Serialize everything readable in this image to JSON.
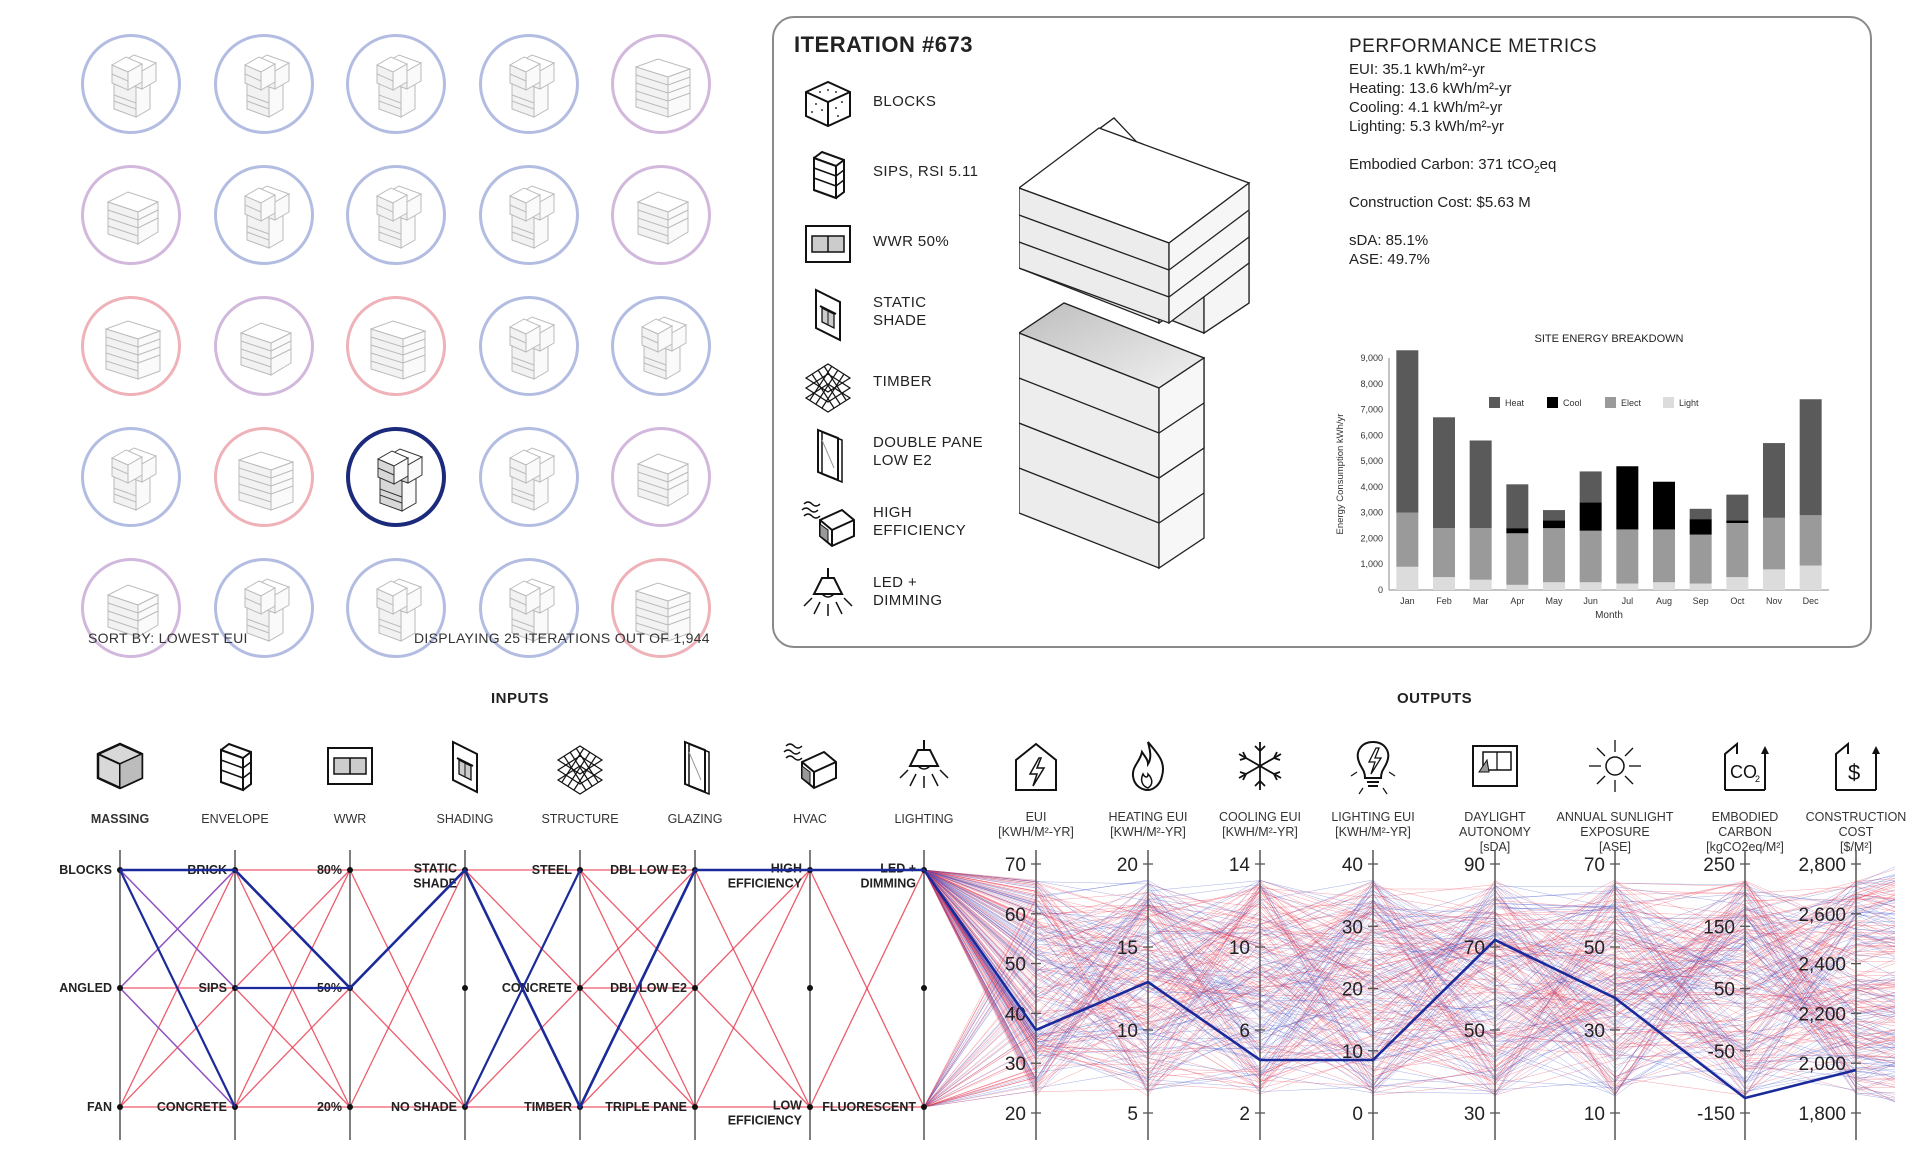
{
  "gallery": {
    "sort_label": "SORT BY: LOWEST EUI",
    "display_label": "DISPLAYING 25 ITERATIONS OUT OF 1,944",
    "ring_colors": [
      "#b3bde2",
      "#d3b8dd",
      "#eeb2b8",
      "#1b2a7a"
    ],
    "thumbs": [
      {
        "ring": "blue",
        "massing": "stack"
      },
      {
        "ring": "blue",
        "massing": "stack"
      },
      {
        "ring": "blue",
        "massing": "stack"
      },
      {
        "ring": "blue",
        "massing": "stack"
      },
      {
        "ring": "purple",
        "massing": "box"
      },
      {
        "ring": "purple",
        "massing": "angled"
      },
      {
        "ring": "blue",
        "massing": "stack"
      },
      {
        "ring": "blue",
        "massing": "stack"
      },
      {
        "ring": "blue",
        "massing": "stack"
      },
      {
        "ring": "purple",
        "massing": "angled"
      },
      {
        "ring": "red",
        "massing": "box"
      },
      {
        "ring": "purple",
        "massing": "angled"
      },
      {
        "ring": "red",
        "massing": "box"
      },
      {
        "ring": "blue",
        "massing": "stack"
      },
      {
        "ring": "blue",
        "massing": "stack"
      },
      {
        "ring": "blue",
        "massing": "stack"
      },
      {
        "ring": "red",
        "massing": "box"
      },
      {
        "ring": "selected",
        "massing": "stack"
      },
      {
        "ring": "blue",
        "massing": "stack"
      },
      {
        "ring": "purple",
        "massing": "angled"
      },
      {
        "ring": "purple",
        "massing": "angled"
      },
      {
        "ring": "blue",
        "massing": "stack"
      },
      {
        "ring": "blue",
        "massing": "stack"
      },
      {
        "ring": "blue",
        "massing": "stack"
      },
      {
        "ring": "red",
        "massing": "box"
      }
    ]
  },
  "detail": {
    "title": "ITERATION #673",
    "options": [
      {
        "icon": "blocks-icon",
        "label": "BLOCKS"
      },
      {
        "icon": "envelope-icon",
        "label": "SIPS, RSI 5.11"
      },
      {
        "icon": "window-icon",
        "label": "WWR 50%"
      },
      {
        "icon": "shade-icon",
        "label": "STATIC\nSHADE"
      },
      {
        "icon": "timber-grid-icon",
        "label": "TIMBER"
      },
      {
        "icon": "glazing-icon",
        "label": "DOUBLE PANE\nLOW E2"
      },
      {
        "icon": "hvac-icon",
        "label": "HIGH\nEFFICIENCY"
      },
      {
        "icon": "lamp-icon",
        "label": "LED +\nDIMMING"
      }
    ],
    "perf_title": "PERFORMANCE METRICS",
    "metrics": {
      "eui": "EUI: 35.1 kWh/m²-yr",
      "heating": "Heating: 13.6 kWh/m²-yr",
      "cooling": "Cooling: 4.1 kWh/m²-yr",
      "lighting": "Lighting: 5.3 kWh/m²-yr",
      "carbon_prefix": "Embodied Carbon: 371 tCO",
      "carbon_sub": "2",
      "carbon_suffix": "eq",
      "cost": "Construction Cost: $5.63 M",
      "sda": "sDA: 85.1%",
      "ase": "ASE: 49.7%"
    }
  },
  "chart_data": {
    "type": "bar",
    "title": "SITE ENERGY BREAKDOWN",
    "xlabel": "Month",
    "ylabel": "Energy Consumption kWh/yr",
    "ylim": [
      0,
      9000
    ],
    "yticks": [
      "0",
      "1,000",
      "2,000",
      "3,000",
      "4,000",
      "5,000",
      "6,000",
      "7,000",
      "8,000",
      "9,000"
    ],
    "stacked": true,
    "legend_position": "top-center",
    "categories": [
      "Jan",
      "Feb",
      "Mar",
      "Apr",
      "May",
      "Jun",
      "Jul",
      "Aug",
      "Sep",
      "Oct",
      "Nov",
      "Dec"
    ],
    "series": [
      {
        "name": "Heat",
        "color": "#5a5a5a",
        "values": [
          6300,
          4300,
          3400,
          1700,
          400,
          1200,
          0,
          0,
          400,
          1000,
          2900,
          4500
        ]
      },
      {
        "name": "Cool",
        "color": "#000000",
        "values": [
          0,
          0,
          0,
          200,
          300,
          1100,
          2450,
          1850,
          600,
          100,
          0,
          0
        ]
      },
      {
        "name": "Elect",
        "color": "#9a9a9a",
        "values": [
          2100,
          1900,
          2000,
          2000,
          2100,
          2000,
          2100,
          2050,
          1900,
          2100,
          2000,
          1950
        ]
      },
      {
        "name": "Light",
        "color": "#dcdcdc",
        "values": [
          900,
          500,
          400,
          200,
          300,
          300,
          250,
          300,
          250,
          500,
          800,
          950
        ]
      }
    ]
  },
  "parallel": {
    "inputs_title": "INPUTS",
    "outputs_title": "OUTPUTS",
    "inputs": [
      {
        "label": "MASSING",
        "icon": "massing-icon",
        "bold": true,
        "top": "BLOCKS",
        "mid": "ANGLED",
        "bot": "FAN"
      },
      {
        "label": "ENVELOPE",
        "icon": "envelope-icon",
        "top": "BRICK",
        "mid": "SIPS",
        "bot": "CONCRETE"
      },
      {
        "label": "WWR",
        "icon": "window-icon",
        "top": "80%",
        "mid": "50%",
        "bot": "20%"
      },
      {
        "label": "SHADING",
        "icon": "shade-icon",
        "top": "STATIC\nSHADE",
        "mid": "",
        "bot": "NO SHADE"
      },
      {
        "label": "STRUCTURE",
        "icon": "timber-grid-icon",
        "top": "STEEL",
        "mid": "CONCRETE",
        "bot": "TIMBER"
      },
      {
        "label": "GLAZING",
        "icon": "glazing-icon",
        "top": "DBL LOW E3",
        "mid": "DBL LOW E2",
        "bot": "TRIPLE PANE"
      },
      {
        "label": "HVAC",
        "icon": "hvac-icon",
        "top": "HIGH\nEFFICIENCY",
        "mid": "",
        "bot": "LOW\nEFFICIENCY"
      },
      {
        "label": "LIGHTING",
        "icon": "lamp-icon",
        "top": "LED +\nDIMMING",
        "mid": "",
        "bot": "FLUORESCENT"
      }
    ],
    "outputs": [
      {
        "label": "EUI\n[KWH/M²-YR]",
        "icon": "eui-house-icon",
        "ticks": [
          "70",
          "60",
          "50",
          "40",
          "30",
          "20"
        ]
      },
      {
        "label": "HEATING EUI\n[KWH/M²-YR]",
        "icon": "flame-icon",
        "ticks": [
          "20",
          "15",
          "10",
          "5"
        ]
      },
      {
        "label": "COOLING EUI\n[KWH/M²-YR]",
        "icon": "snowflake-icon",
        "ticks": [
          "14",
          "10",
          "6",
          "2"
        ]
      },
      {
        "label": "LIGHTING EUI\n[KWH/M²-YR]",
        "icon": "bulb-icon",
        "ticks": [
          "40",
          "30",
          "20",
          "10",
          "0"
        ]
      },
      {
        "label": "DAYLIGHT\nAUTONOMY\n[sDA]",
        "icon": "daylight-icon",
        "ticks": [
          "90",
          "70",
          "50",
          "30"
        ]
      },
      {
        "label": "ANNUAL SUNLIGHT\nEXPOSURE\n[ASE]",
        "icon": "sun-icon",
        "ticks": [
          "70",
          "50",
          "30",
          "10"
        ]
      },
      {
        "label": "EMBODIED\nCARBON\n[kgCO2eq/M²]",
        "icon": "co2-icon",
        "ticks": [
          "250",
          "150",
          "50",
          "-50",
          "-150"
        ]
      },
      {
        "label": "CONSTRUCTION\nCOST\n[$/M²]",
        "icon": "dollar-icon",
        "ticks": [
          "2,800",
          "2,600",
          "2,400",
          "2,200",
          "2,000",
          "1,800"
        ]
      }
    ]
  }
}
